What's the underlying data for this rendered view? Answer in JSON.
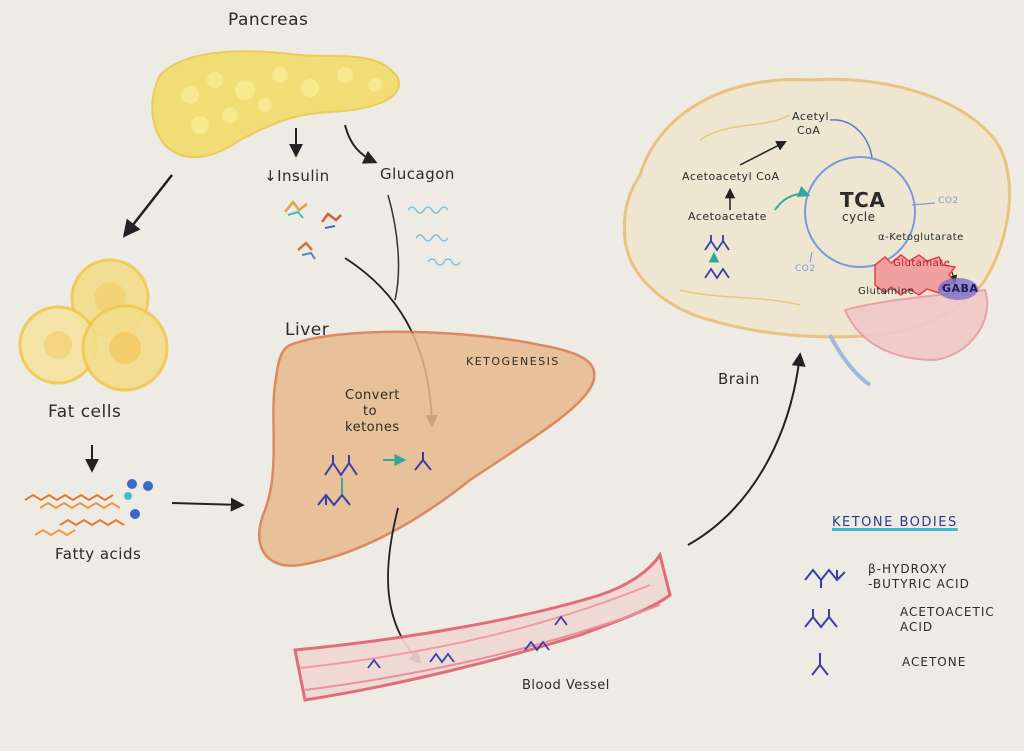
{
  "labels": {
    "pancreas": "Pancreas",
    "insulin": "↓Insulin",
    "glucagon": "Glucagon",
    "fat_cells": "Fat cells",
    "fatty_acids": "Fatty acids",
    "liver": "Liver",
    "ketogenesis": "KETOGENESIS",
    "convert_line1": "Convert",
    "convert_line2": "to",
    "convert_line3": "ketones",
    "blood_vessel": "Blood Vessel",
    "brain": "Brain"
  },
  "brain": {
    "acetyl_coa_line1": "Acetyl",
    "acetyl_coa_line2": "CoA",
    "acetoacetyl_coa": "Acetoacetyl CoA",
    "acetoacetate": "Acetoacetate",
    "tca_line1": "TCA",
    "tca_line2": "cycle",
    "co2_right": "CO2",
    "co2_left": "CO2",
    "alpha_kg": "α-Ketoglutarate",
    "glutamate": "Glutamate",
    "glutamine": "Glutamine",
    "gaba": "GABA"
  },
  "legend": {
    "title": "KETONE BODIES",
    "items": [
      {
        "name_line1": "β-HYDROXY",
        "name_line2": "-BUTYRIC ACID"
      },
      {
        "name_line1": "ACETOACETIC",
        "name_line2": "ACID"
      },
      {
        "name_line1": "ACETONE",
        "name_line2": ""
      }
    ]
  },
  "colors": {
    "paper": "#eeeae4",
    "pancreas_fill": "#f1dc6a",
    "fat_fill": "#f2dd8a",
    "liver_fill": "#e8b98d",
    "liver_stroke": "#d77a4a",
    "vessel_stroke": "#e06070",
    "brain_stroke": "#e8c07a",
    "molecule_blue": "#3a3fa8",
    "teal": "#2fa89a",
    "glutamate_red": "#e8404a",
    "gaba_purple": "#7a70c8"
  }
}
